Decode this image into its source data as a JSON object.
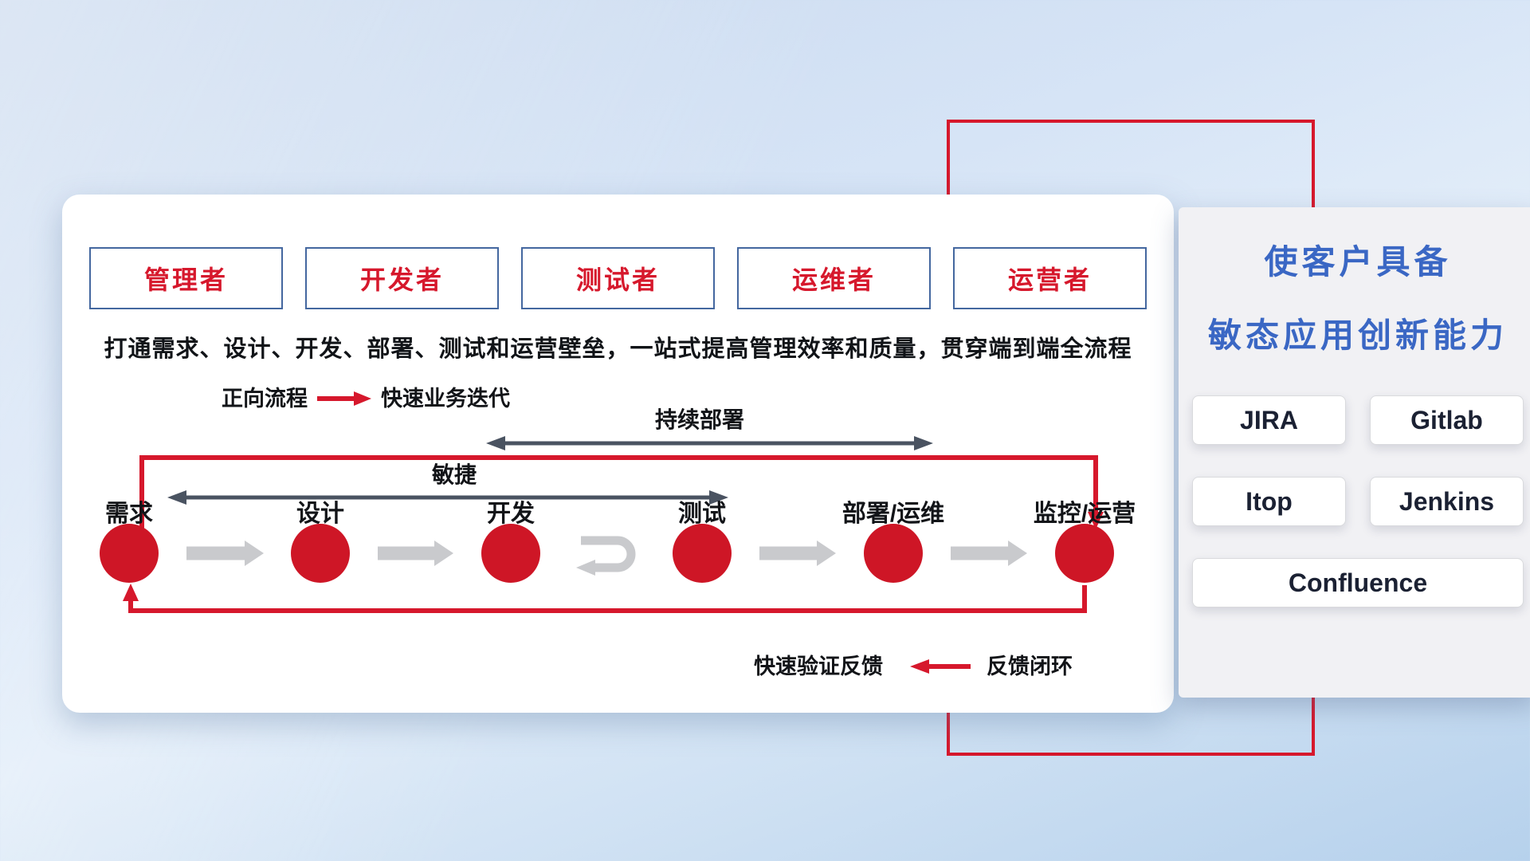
{
  "roles": [
    {
      "label": "管理者"
    },
    {
      "label": "开发者"
    },
    {
      "label": "测试者"
    },
    {
      "label": "运维者"
    },
    {
      "label": "运营者"
    }
  ],
  "subtitle": "打通需求、设计、开发、部署、测试和运营壁垒，一站式提高管理效率和质量，贯穿端到端全流程",
  "legend_forward": {
    "label": "正向流程",
    "value": "快速业务迭代"
  },
  "legend_feedback": {
    "label": "快速验证反馈",
    "value": "反馈闭环"
  },
  "flow": {
    "continuous_deploy_label": "持续部署",
    "agile_label": "敏捷",
    "nodes": [
      "需求",
      "设计",
      "开发",
      "测试",
      "部署/运维",
      "监控/运营"
    ]
  },
  "right_panel": {
    "title_line1": "使客户具备",
    "title_line2": "敏态应用创新能力",
    "tools": [
      "JIRA",
      "Gitlab",
      "Itop",
      "Jenkins",
      "Confluence"
    ]
  },
  "colors": {
    "accent_red": "#d6182c",
    "title_blue": "#3a67c4",
    "dark_arrow": "#4a5361",
    "gray_arrow": "#c9cacd",
    "role_border_blue": "#44679f"
  }
}
